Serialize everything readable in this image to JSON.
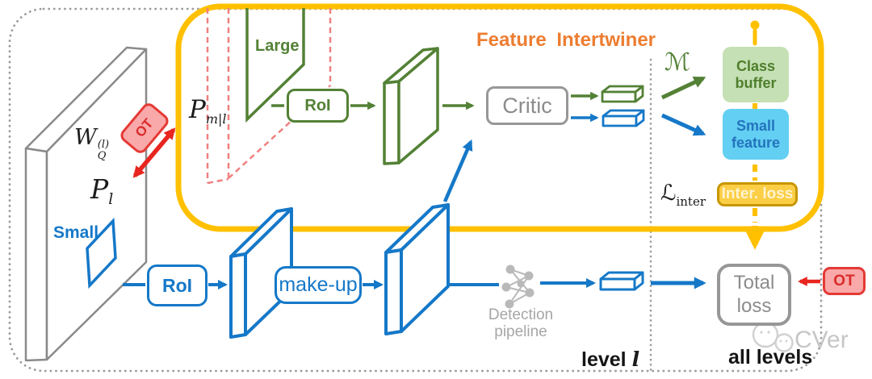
{
  "figure": {
    "title": "Feature Intertwiner",
    "level_label": "level",
    "level_var": "l",
    "all_levels_label": "all levels",
    "watermark": "CVer"
  },
  "left": {
    "ot_badge": "OT",
    "weight": {
      "main": "W",
      "sup": "(l)",
      "sub": "Q"
    },
    "plane": {
      "main": "P",
      "sub": "l"
    },
    "small_label": "Small"
  },
  "top_path": {
    "large_label": "Large",
    "pml": {
      "main": "P",
      "sub": "m|l"
    },
    "roi_label": "RoI",
    "critic_label": "Critic"
  },
  "right_panel": {
    "memory_symbol": "ℳ",
    "class_buffer_label": "Class buffer",
    "small_feature_label": "Small feature",
    "inter_loss_label": "Inter. loss",
    "loss_symbol": {
      "main": "ℒ",
      "sub": "inter"
    },
    "total_loss_label": "Total loss",
    "ot_badge": "OT"
  },
  "bottom_path": {
    "roi_label": "RoI",
    "makeup_label": "make-up",
    "detection_label": "Detection pipeline"
  },
  "colors": {
    "accent_yellow": "#FFC000",
    "green": "#538135",
    "blue": "#1578C8",
    "red": "#E8251F",
    "title_orange": "#ED7D31",
    "class_buffer_fill": "#C5E0B4",
    "small_feature_fill": "#63CFF2",
    "inter_loss_fill": "#FBCE45"
  }
}
